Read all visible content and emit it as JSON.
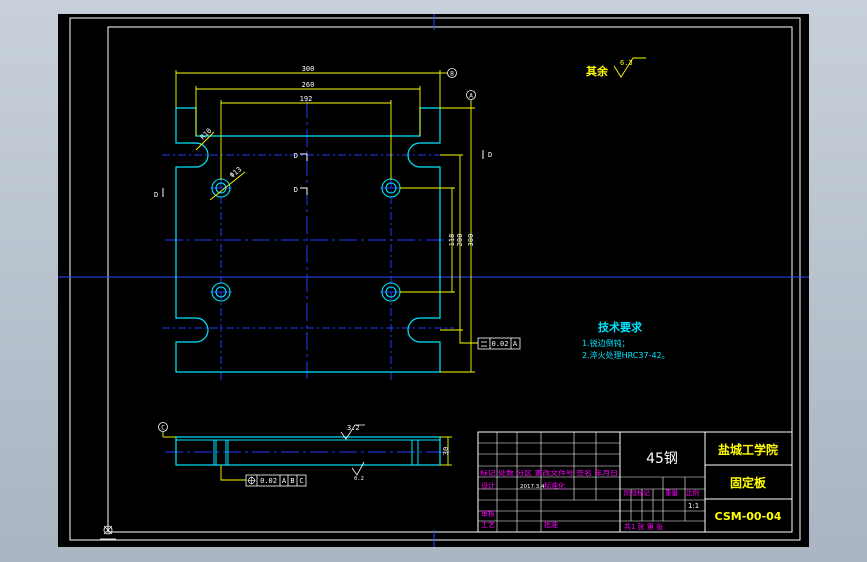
{
  "drawing": {
    "top_view": {
      "dims": {
        "w300": "300",
        "w260": "260",
        "w192": "192",
        "h118": "118",
        "h200": "200",
        "h300": "300",
        "r10": "R10",
        "phi13": "Φ13",
        "section_d": "D",
        "datum_b": "B",
        "datum_a": "A"
      },
      "flatness_tol": [
        "0.02",
        "A"
      ]
    },
    "side_view": {
      "thickness": "30",
      "roughness": "3.2",
      "datum_c": "C",
      "tolerance": [
        "0.02",
        "A",
        "B",
        "C"
      ],
      "roughness_sub": "0.2"
    },
    "roughness_note": "其余",
    "roughness_value": "6.3",
    "tech_req": {
      "title": "技术要求",
      "items": [
        "1.锐边倒钝；",
        "2.淬火处理HRC37-42。"
      ]
    },
    "title_block": {
      "material": "45钢",
      "school": "盐城工学院",
      "part_name": "固定板",
      "drawing_no": "CSM-00-04",
      "scale": "1:1",
      "row1": "标记 处数 分区 更改文件号 签名 年月日",
      "row2_a": "设计",
      "row2_b": "2017.3.4",
      "row2_c": "标准化",
      "row_stage": "阶段标记",
      "row_weight": "重量",
      "row_scale": "比例",
      "row_review": "审核",
      "row_process": "工艺",
      "row_approve": "批准",
      "sheets": "共1 张 第 张"
    }
  },
  "colors": {
    "background": "#000000",
    "frame": "#ffffff",
    "part_outline": "#00ffff",
    "dimension": "#ffff00",
    "centerline": "#1f3bff",
    "tb_text": "#ffff00",
    "tb_magenta": "#ff00ff"
  }
}
